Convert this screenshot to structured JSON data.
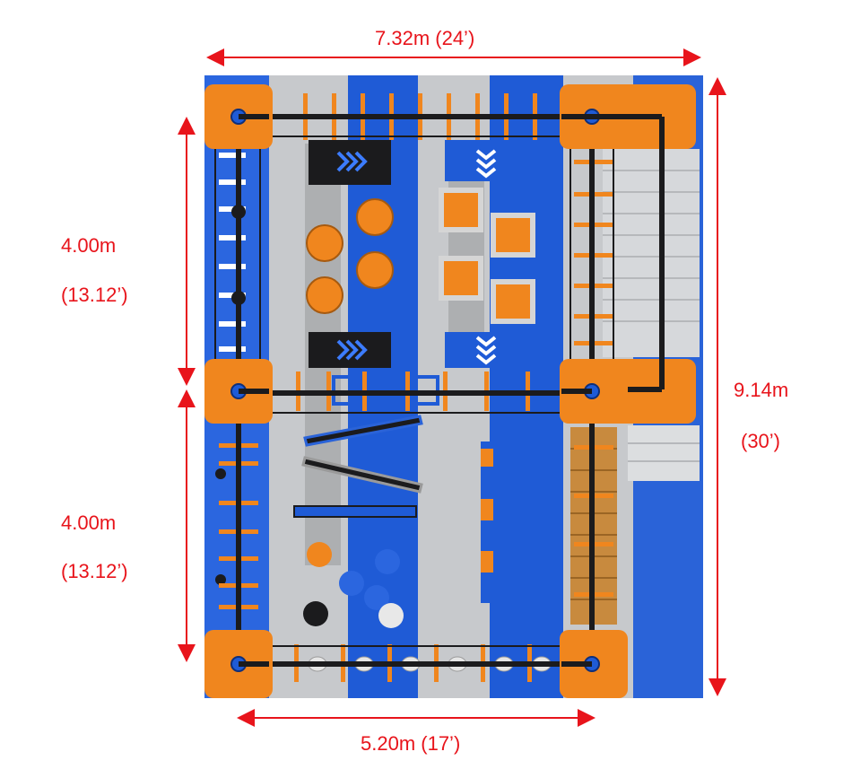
{
  "dimensions": {
    "top_width": "7.32m (24’)",
    "bottom_width": "5.20m (17’)",
    "right_height_m": "9.14m",
    "right_height_ft": "(30’)",
    "left_upper_m": "4.00m",
    "left_upper_ft": "(13.12’)",
    "left_lower_m": "4.00m",
    "left_lower_ft": "(13.12’)"
  },
  "colors": {
    "dimension": "#e8141b",
    "blue": "#1f5bd6",
    "orange": "#f0861e",
    "gray": "#c7c9cc",
    "black": "#1b1b1d"
  }
}
